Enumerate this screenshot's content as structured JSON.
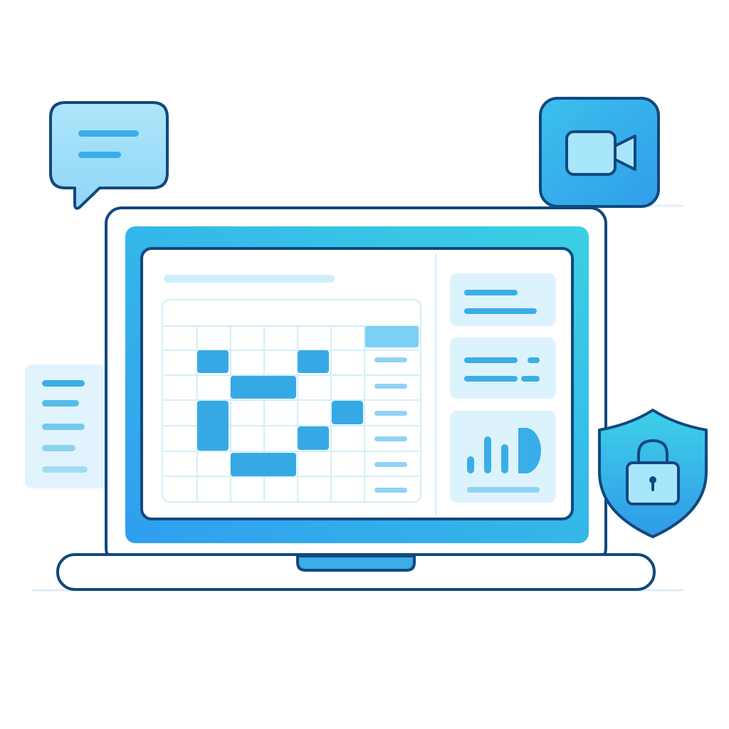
{
  "illustration": {
    "subject": "laptop-with-calendar-dashboard",
    "icons": [
      "chat-bubble-icon",
      "video-camera-icon",
      "security-shield-lock-icon",
      "notes-card-icon",
      "bar-chart-icon"
    ]
  },
  "colors": {
    "outline": "#12487e",
    "screen_gradient_start": "#2fa0ef",
    "screen_gradient_end": "#38cbe4",
    "pale_fill": "#dcf3fd",
    "light_line": "#91d2f4",
    "mid_blue": "#3aaee8",
    "deep_blue": "#2f9ae2",
    "background": "#ffffff"
  },
  "calendar": {
    "columns": 7,
    "rows": 7,
    "highlighted_header_cell": 7,
    "sidebar_rows": 6
  },
  "widgets": {
    "count": 3,
    "chart_bars": 4
  }
}
